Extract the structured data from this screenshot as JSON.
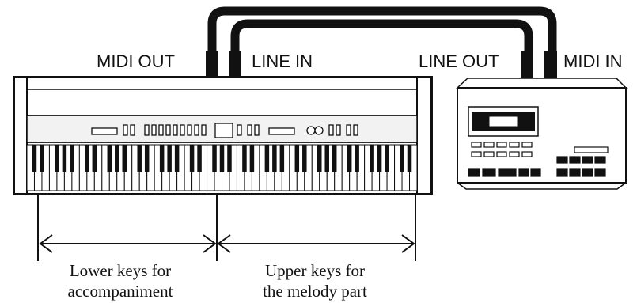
{
  "labels": {
    "midi_out": "MIDI OUT",
    "line_in": "LINE IN",
    "line_out": "LINE OUT",
    "midi_in": "MIDI IN"
  },
  "captions": {
    "lower_line1": "Lower keys for",
    "lower_line2": "accompaniment",
    "upper_line1": "Upper keys for",
    "upper_line2": "the melody part"
  },
  "keyboard": {
    "white_key_count": 52,
    "black_key_pattern": [
      1,
      1,
      0,
      1,
      1,
      1,
      0
    ]
  },
  "colors": {
    "ink": "#111111",
    "panel": "#f2f2f2",
    "body": "#ffffff"
  }
}
